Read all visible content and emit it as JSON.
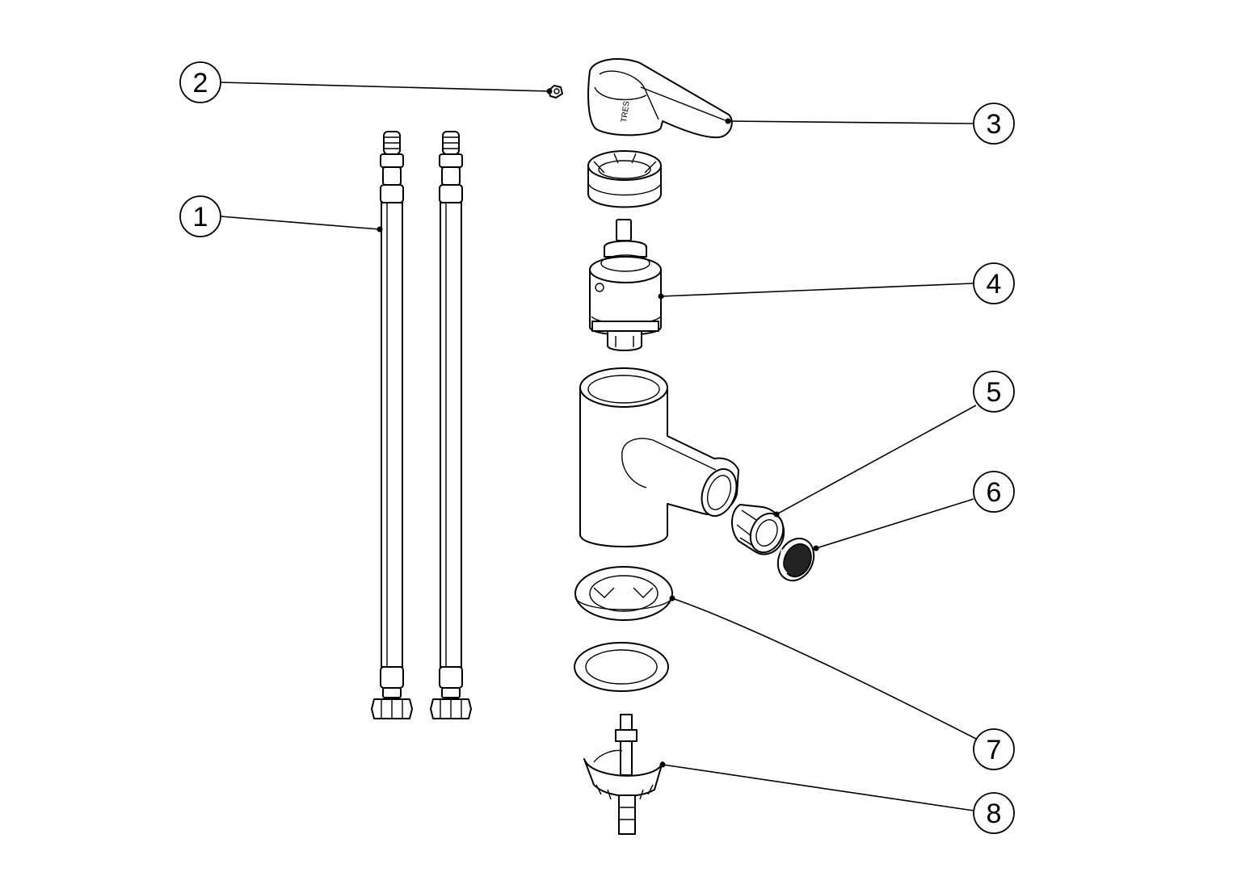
{
  "diagram": {
    "background": "#ffffff",
    "line_color": "#000000",
    "handle_stamp": "TRES",
    "callouts": [
      {
        "id": "callout-1",
        "label": "1"
      },
      {
        "id": "callout-2",
        "label": "2"
      },
      {
        "id": "callout-3",
        "label": "3"
      },
      {
        "id": "callout-4",
        "label": "4"
      },
      {
        "id": "callout-5",
        "label": "5"
      },
      {
        "id": "callout-6",
        "label": "6"
      },
      {
        "id": "callout-7",
        "label": "7"
      },
      {
        "id": "callout-8",
        "label": "8"
      }
    ]
  }
}
